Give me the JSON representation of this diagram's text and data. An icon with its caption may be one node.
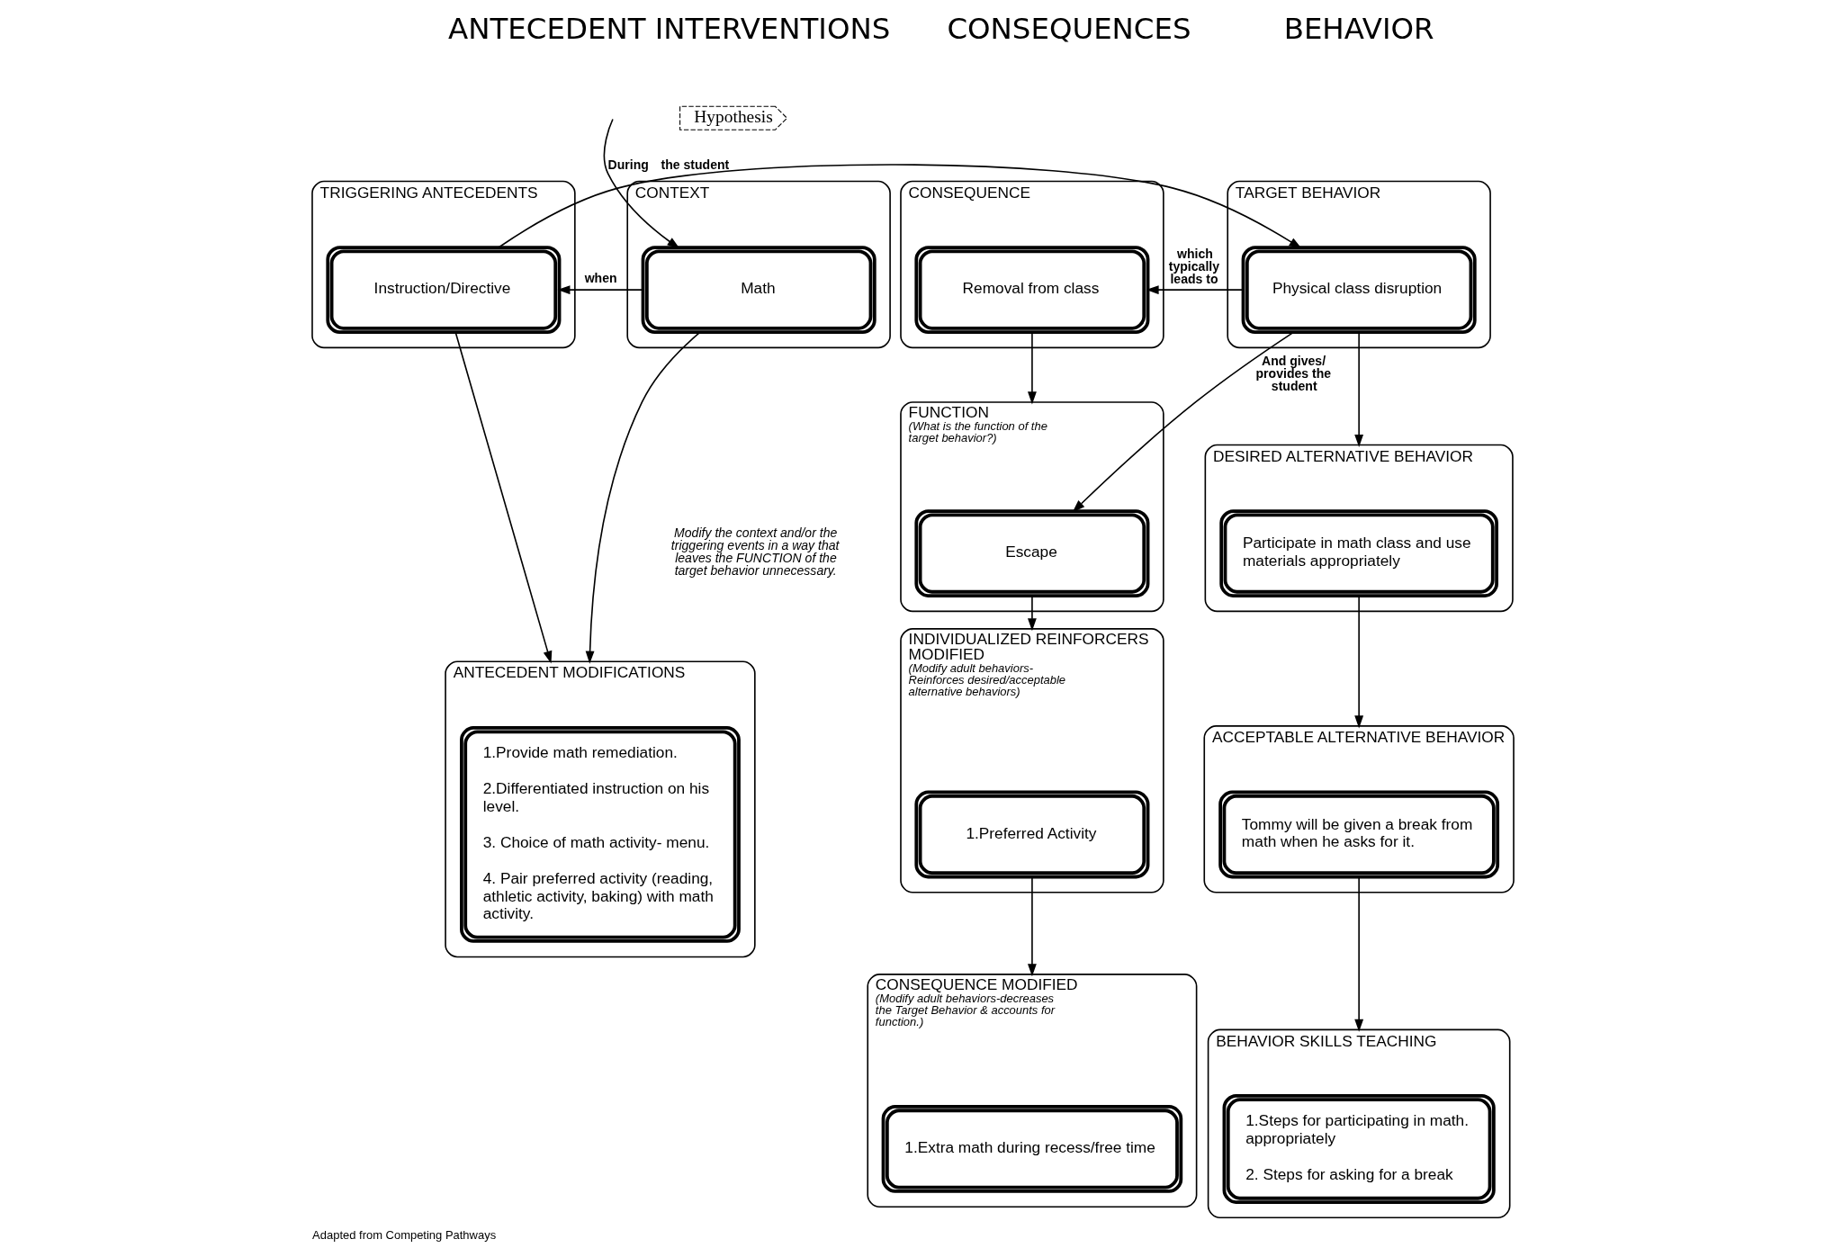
{
  "diagram": {
    "caption": "Adapted from Competing Pathways",
    "nodes": [
      {
        "text": [
          "Hypothesis"
        ]
      },
      {
        "text": [
          "CONTEXT"
        ]
      },
      {
        "text": [
          "Math"
        ],
        "in": 1
      },
      {
        "text": [
          "TRIGGERING ANTECEDENTS"
        ]
      },
      {
        "text": [
          "Instruction/Directive"
        ],
        "in": 3
      },
      {
        "text": [
          "TARGET BEHAVIOR"
        ]
      },
      {
        "text": [
          "Physical class disruption"
        ],
        "in": 5
      },
      {
        "text": [
          "CONSEQUENCE"
        ]
      },
      {
        "text": [
          "Removal from class"
        ],
        "in": 7
      },
      {
        "text": [
          "FUNCTION",
          "(What is the function of the target behavior?)"
        ]
      },
      {
        "text": [
          "Escape"
        ],
        "in": 9
      },
      {
        "text": [
          "DESIRED ALTERNATIVE BEHAVIOR"
        ]
      },
      {
        "text": [
          "Participate in math class and use materials appropriately"
        ],
        "in": 11
      },
      {
        "text": [
          "ACCEPTABLE ALTERNATIVE BEHAVIOR"
        ]
      },
      {
        "text": [
          "Tommy will be given a break from math when he asks for it."
        ],
        "in": 13
      },
      {
        "text": [
          "BEHAVIOR SKILLS TEACHING"
        ]
      },
      {
        "text": [
          "1.Steps for participating in math. appropriately",
          "2. Steps for asking for a break"
        ],
        "in": 15
      },
      {
        "text": [
          "INDIVIDUALIZED REINFORCERS MODIFIED",
          "(Modify adult behaviors- Reinforces desired/acceptable alternative behaviors)"
        ]
      },
      {
        "text": [
          "1.Preferred Activity"
        ],
        "in": 17
      },
      {
        "text": [
          "CONSEQUENCE MODIFIED",
          "(Modify adult behaviors-decreases the Target Behavior & accounts for function.)"
        ]
      },
      {
        "text": [
          "1.Extra math during recess/free time"
        ],
        "in": 19
      },
      {
        "text": [
          "ANTECEDENT MODIFICATIONS"
        ]
      },
      {
        "text": [
          "1.Provide math remediation.",
          "2.Differentiated instruction on his level.",
          "3. Choice of math activity- menu.",
          "4. Pair preferred activity (reading, athletic activity, baking) with math activity."
        ],
        "in": 21
      }
    ],
    "edges": [
      {
        "from": null,
        "to": 2,
        "arrow": "to",
        "label": "During"
      },
      {
        "from": 2,
        "to": 4,
        "arrow": "to",
        "label": "when"
      },
      {
        "from": 4,
        "to": 6,
        "arrow": "to",
        "label": "the student"
      },
      {
        "from": 6,
        "to": 8,
        "arrow": "to",
        "label": "which typically leads to"
      },
      {
        "from": 6,
        "to": 10,
        "arrow": "to",
        "label": "And gives/ provides the student"
      },
      {
        "from": 8,
        "to": 9,
        "arrow": "to"
      },
      {
        "from": 10,
        "to": 17,
        "arrow": "to"
      },
      {
        "from": 18,
        "to": 19,
        "arrow": "to"
      },
      {
        "from": 6,
        "to": 11,
        "arrow": "to"
      },
      {
        "from": 12,
        "to": 13,
        "arrow": "to"
      },
      {
        "from": 14,
        "to": 15,
        "arrow": "to"
      },
      {
        "from": 2,
        "to": 21,
        "arrow": "to"
      },
      {
        "from": 4,
        "to": 21,
        "arrow": "to"
      }
    ],
    "labels": [
      "ANTECEDENT INTERVENTIONS",
      "BEHAVIOR",
      "CONSEQUENCES",
      "Modify the context and/or the triggering events in a way that leaves the FUNCTION of the target behavior unnecessary."
    ]
  }
}
